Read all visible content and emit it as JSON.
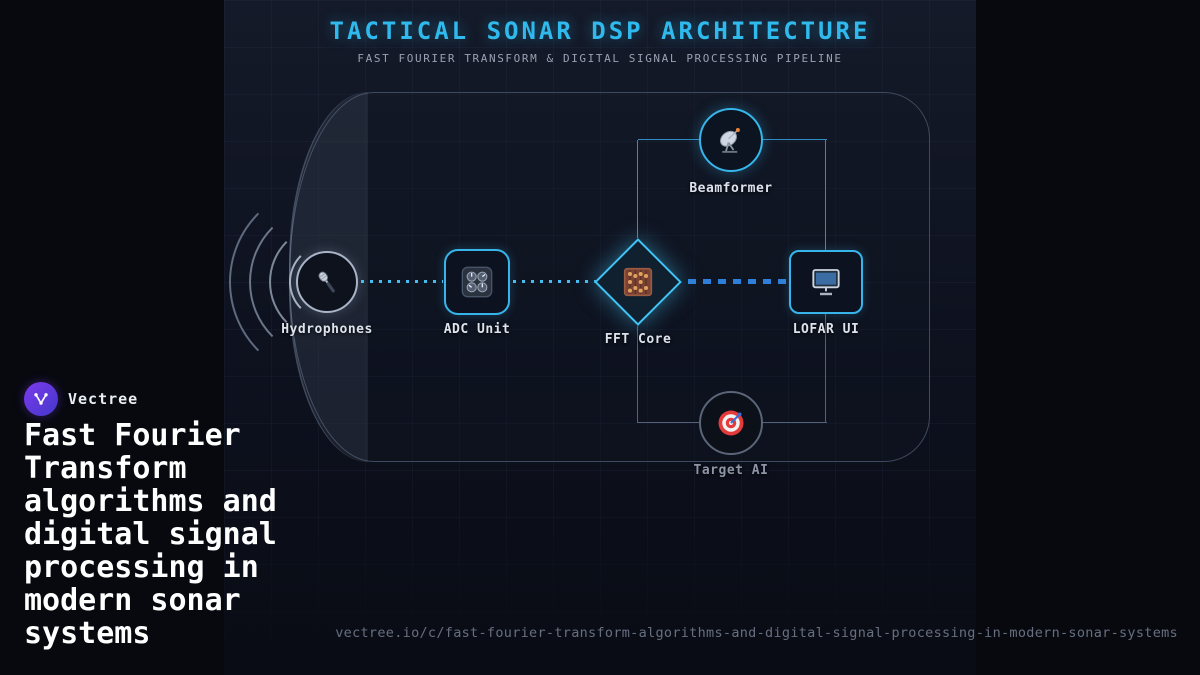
{
  "header": {
    "title": "TACTICAL SONAR DSP ARCHITECTURE",
    "subtitle": "FAST FOURIER TRANSFORM & DIGITAL SIGNAL PROCESSING PIPELINE"
  },
  "diagram": {
    "nodes": [
      {
        "id": "hydrophones",
        "label": "Hydrophones",
        "icon": "microphone-icon"
      },
      {
        "id": "adc",
        "label": "ADC Unit",
        "icon": "control-knobs-icon"
      },
      {
        "id": "fft",
        "label": "FFT Core",
        "icon": "abacus-icon"
      },
      {
        "id": "lofar",
        "label": "LOFAR UI",
        "icon": "desktop-monitor-icon"
      },
      {
        "id": "beamformer",
        "label": "Beamformer",
        "icon": "satellite-dish-icon"
      },
      {
        "id": "target",
        "label": "Target AI",
        "icon": "target-icon"
      }
    ]
  },
  "branding": {
    "name": "Vectree",
    "headline": "Fast Fourier Transform algorithms and digital signal processing in modern sonar systems"
  },
  "footer": {
    "url": "vectree.io/c/fast-fourier-transform-algorithms-and-digital-signal-processing-in-modern-sonar-systems"
  },
  "colors": {
    "accent_cyan": "#2fb9ec",
    "dash_blue": "#2e7fd9",
    "loop_line": "#2f8cc4",
    "dim_line": "#54617a",
    "logo_purple": "#7c3aed",
    "headline_text": "#ffffff",
    "muted_text": "#8d95a6",
    "background": "#07090f"
  }
}
